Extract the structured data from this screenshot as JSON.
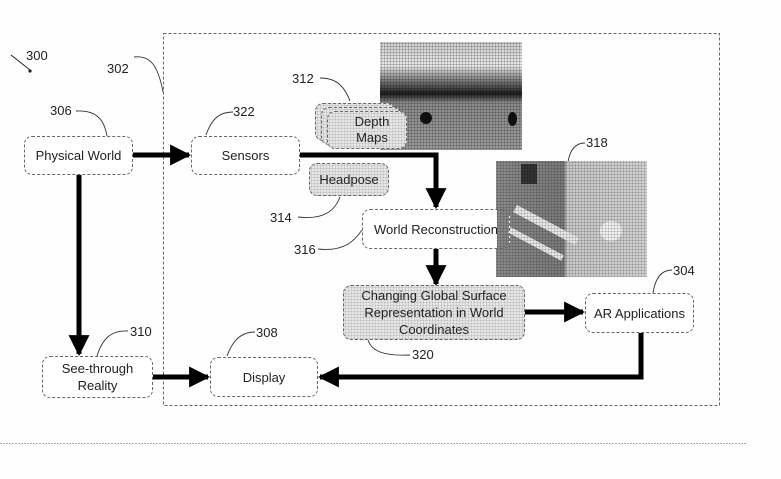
{
  "figure": {
    "figure_number": "300",
    "system_ref": "302"
  },
  "nodes": {
    "physical_world": {
      "label": "Physical World",
      "ref": "306"
    },
    "sensors": {
      "label": "Sensors",
      "ref": "322"
    },
    "depth_maps": {
      "label": "Depth Maps",
      "ref": "312"
    },
    "headpose": {
      "label": "Headpose",
      "ref": "314"
    },
    "world_reconstruction": {
      "label": "World Reconstruction",
      "ref": "316"
    },
    "reconstruction_image": {
      "ref": "318"
    },
    "global_surface": {
      "label": "Changing Global Surface Representation in World Coordinates",
      "ref": "320"
    },
    "ar_applications": {
      "label": "AR Applications",
      "ref": "304"
    },
    "see_through": {
      "label": "See-through Reality",
      "ref": "310"
    },
    "display": {
      "label": "Display",
      "ref": "308"
    }
  },
  "edges": [
    {
      "from": "physical_world",
      "to": "sensors"
    },
    {
      "from": "physical_world",
      "to": "see_through"
    },
    {
      "from": "sensors",
      "to": "world_reconstruction"
    },
    {
      "from": "world_reconstruction",
      "to": "global_surface"
    },
    {
      "from": "global_surface",
      "to": "ar_applications"
    },
    {
      "from": "ar_applications",
      "to": "display"
    },
    {
      "from": "see_through",
      "to": "display"
    }
  ]
}
